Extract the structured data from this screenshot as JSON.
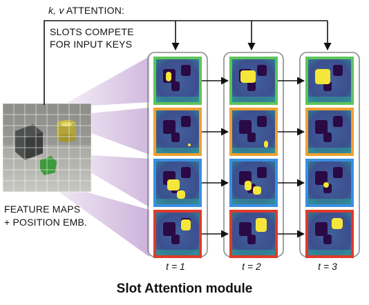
{
  "title": "Slot Attention module",
  "attention_label": "k, v ATTENTION:",
  "attention_label_kv": "k, v",
  "attention_label_rest": " ATTENTION:",
  "compete_label_line1": "SLOTS COMPETE",
  "compete_label_line2": "FOR INPUT KEYS",
  "feature_label_line1": "FEATURE MAPS",
  "feature_label_line2": "+ POSITION EMB.",
  "time_labels": [
    "t = 1",
    "t = 2",
    "t = 3"
  ],
  "slot_border_colors": [
    "#5cc45c",
    "#f0a030",
    "#3b8fe0",
    "#e03a2a"
  ],
  "fan_color": "#9b6ab8",
  "attention_colors": {
    "background": "#3c4f8f",
    "object": "#2a0a45",
    "active": "#f5e63a",
    "edge": "#2fa39a"
  }
}
